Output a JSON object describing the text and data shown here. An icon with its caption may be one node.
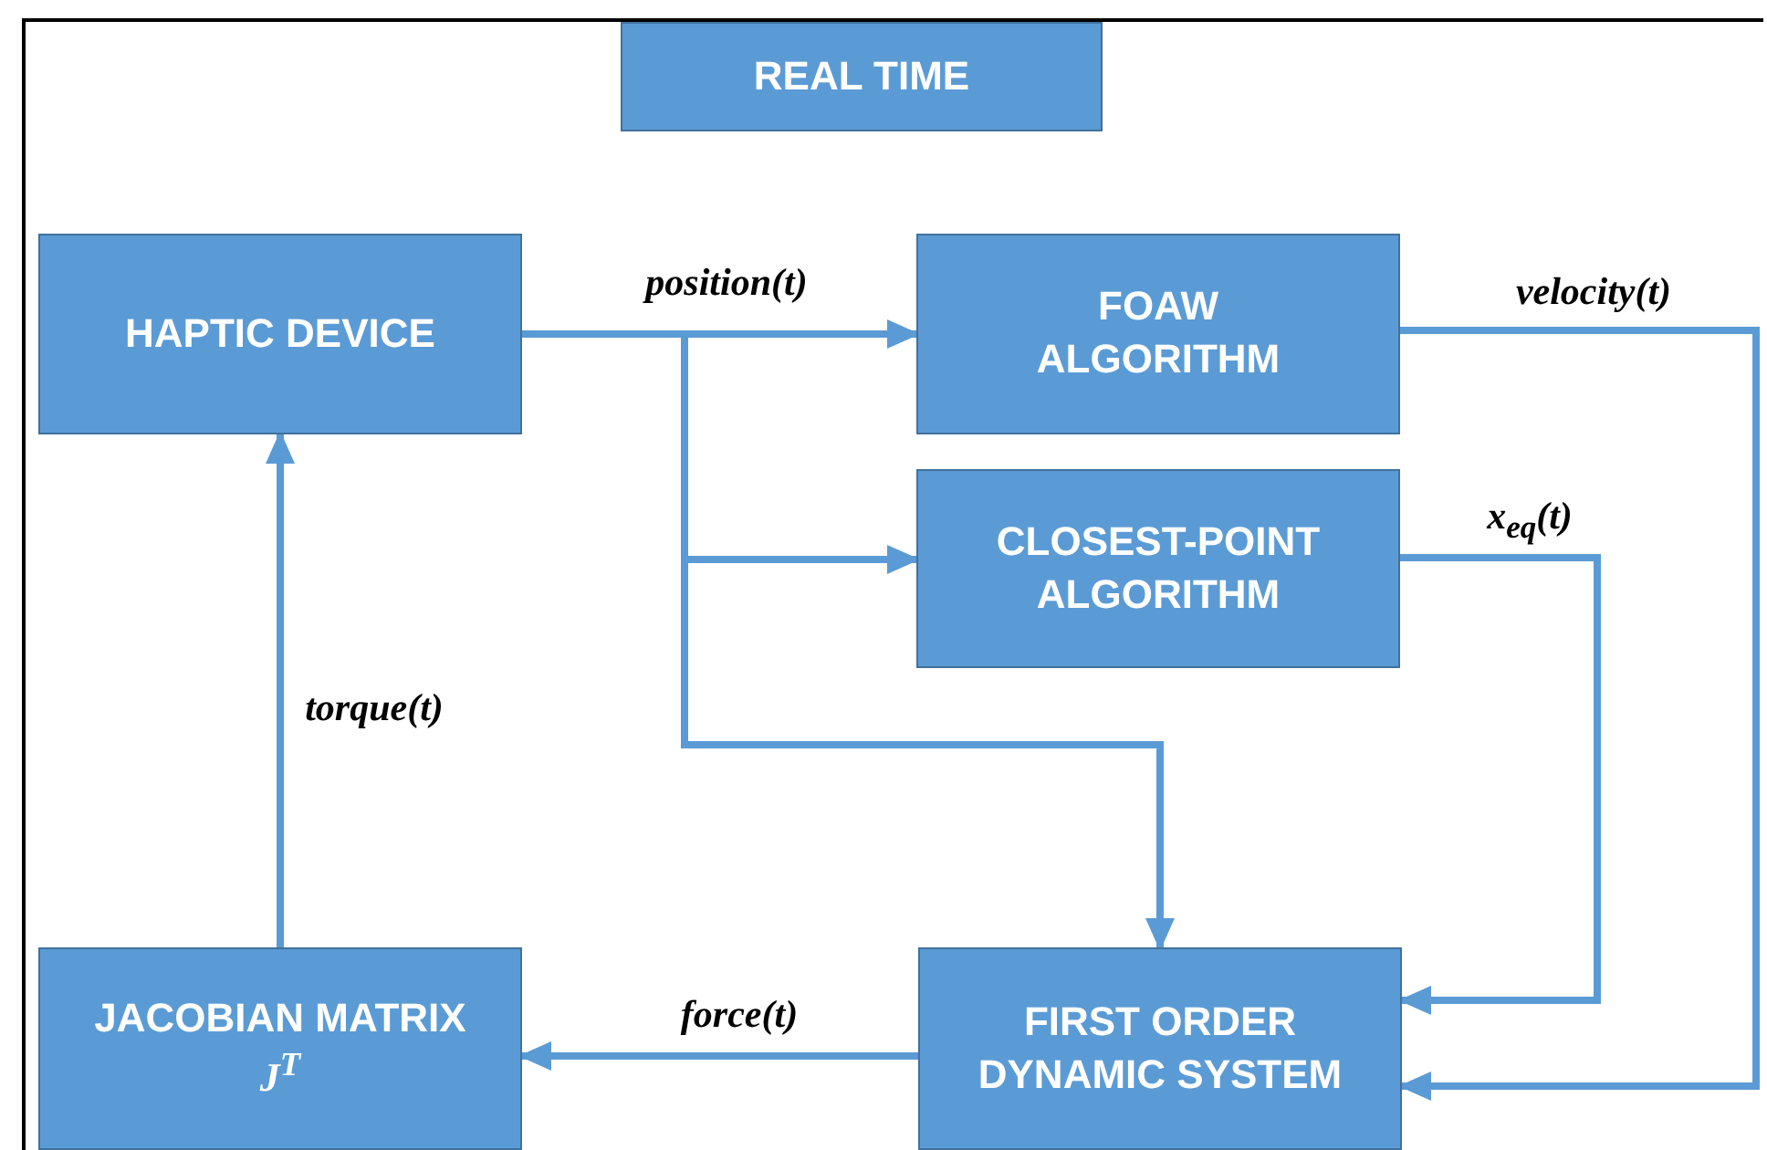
{
  "diagram": {
    "nodes": [
      {
        "text": [
          "REAL TIME"
        ]
      },
      {
        "text": [
          "HAPTIC DEVICE"
        ]
      },
      {
        "text": [
          "FOAW ALGORITHM"
        ]
      },
      {
        "text": [
          "CLOSEST-POINT ALGORITHM"
        ]
      },
      {
        "text": [
          "JACOBIAN MATRIX",
          "J$^{T}$"
        ]
      },
      {
        "text": [
          "FIRST ORDER DYNAMIC SYSTEM"
        ]
      }
    ],
    "edges": [
      {
        "from": 1,
        "to": 2,
        "arrow": "to",
        "label": "position(t)"
      },
      {
        "from": 1,
        "to": 3,
        "arrow": "to"
      },
      {
        "from": 1,
        "to": 5,
        "arrow": "to"
      },
      {
        "from": 2,
        "to": 5,
        "arrow": "to",
        "label": "velocity(t)"
      },
      {
        "from": 3,
        "to": 5,
        "arrow": "to",
        "label": "x$_{eq}$(t)"
      },
      {
        "from": 5,
        "to": 4,
        "arrow": "to",
        "label": "force(t)"
      },
      {
        "from": 4,
        "to": 1,
        "arrow": "to",
        "label": "torque(t)"
      }
    ]
  }
}
